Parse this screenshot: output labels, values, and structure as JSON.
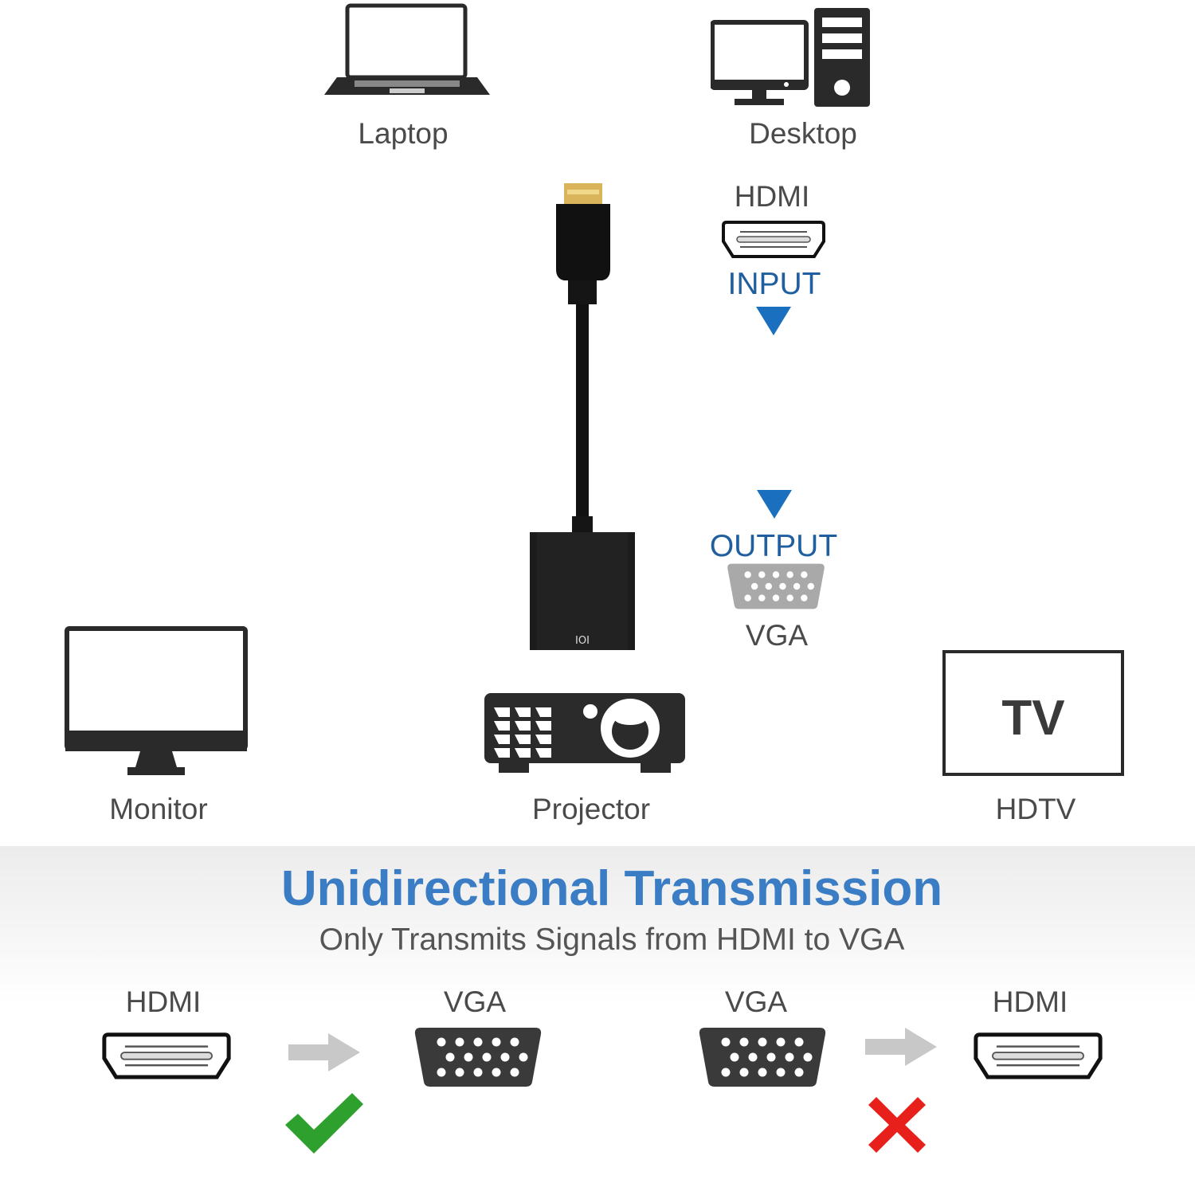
{
  "devices": {
    "laptop": "Laptop",
    "desktop": "Desktop",
    "monitor": "Monitor",
    "projector": "Projector",
    "hdtv": "HDTV",
    "tv_screen_text": "TV"
  },
  "adapter": {
    "input_port": "HDMI",
    "input_label": "INPUT",
    "output_label": "OUTPUT",
    "output_port": "VGA"
  },
  "transmission": {
    "title": "Unidirectional Transmission",
    "subtitle": "Only Transmits Signals from HDMI to VGA",
    "supported": {
      "from": "HDMI",
      "to": "VGA",
      "status_icon": "check-icon"
    },
    "unsupported": {
      "from": "VGA",
      "to": "HDMI",
      "status_icon": "cross-icon"
    }
  },
  "colors": {
    "title_blue": "#3a7dc4",
    "label_blue": "#1f5f9f",
    "arrow_blue": "#1b6fbf",
    "check_green": "#2ea02e",
    "cross_red": "#e8201c"
  }
}
